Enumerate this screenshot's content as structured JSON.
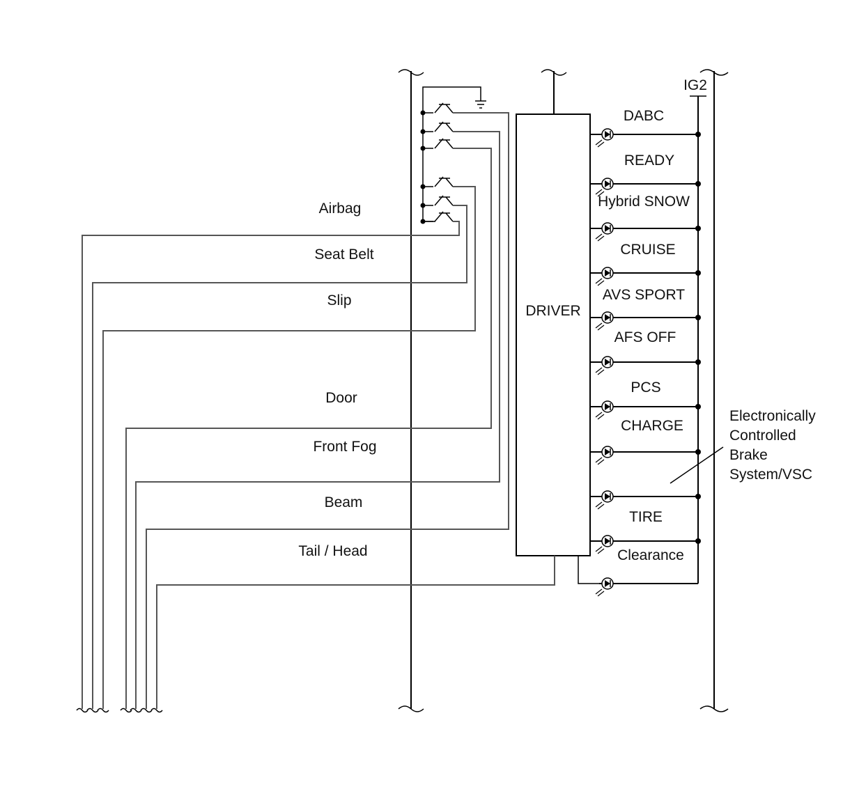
{
  "diagram": {
    "power_label": "IG2",
    "driver_label": "DRIVER",
    "indicators": [
      "DABC",
      "READY",
      "Hybrid SNOW",
      "CRUISE",
      "AVS SPORT",
      "AFS OFF",
      "PCS",
      "CHARGE",
      "TIRE",
      "Clearance"
    ],
    "left_signals": [
      "Airbag",
      "Seat Belt",
      "Slip",
      "Door",
      "Front Fog",
      "Beam",
      "Tail / Head"
    ],
    "callout": [
      "Electronically",
      "Controlled",
      "Brake",
      "System/VSC"
    ]
  }
}
